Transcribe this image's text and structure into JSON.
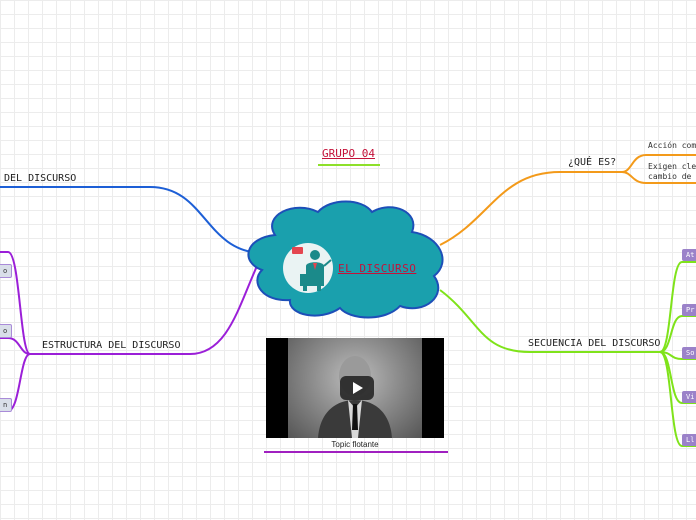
{
  "title": "GRUPO 04",
  "center": {
    "label": "EL DISCURSO",
    "icon": "speaker-podium-icon"
  },
  "branches": {
    "left_top": {
      "label": "DEL DISCURSO",
      "color": "#1d5fd6"
    },
    "left_bottom": {
      "label": "ESTRUCTURA DEL DISCURSO",
      "color": "#9b1fd8",
      "children": [
        "o",
        "o",
        "n"
      ]
    },
    "right_top": {
      "label": "¿QUÉ ES?",
      "color": "#f39a1a",
      "children": [
        "Acción comu",
        "Exigen cler",
        "cambio de a"
      ]
    },
    "right_bottom": {
      "label": "SECUENCIA DEL DISCURSO",
      "color": "#7fe31a",
      "children": [
        "At",
        "Pr",
        "So",
        "Vi",
        "Ll"
      ]
    }
  },
  "video": {
    "caption": "Topic flotante",
    "icon": "play-icon"
  }
}
